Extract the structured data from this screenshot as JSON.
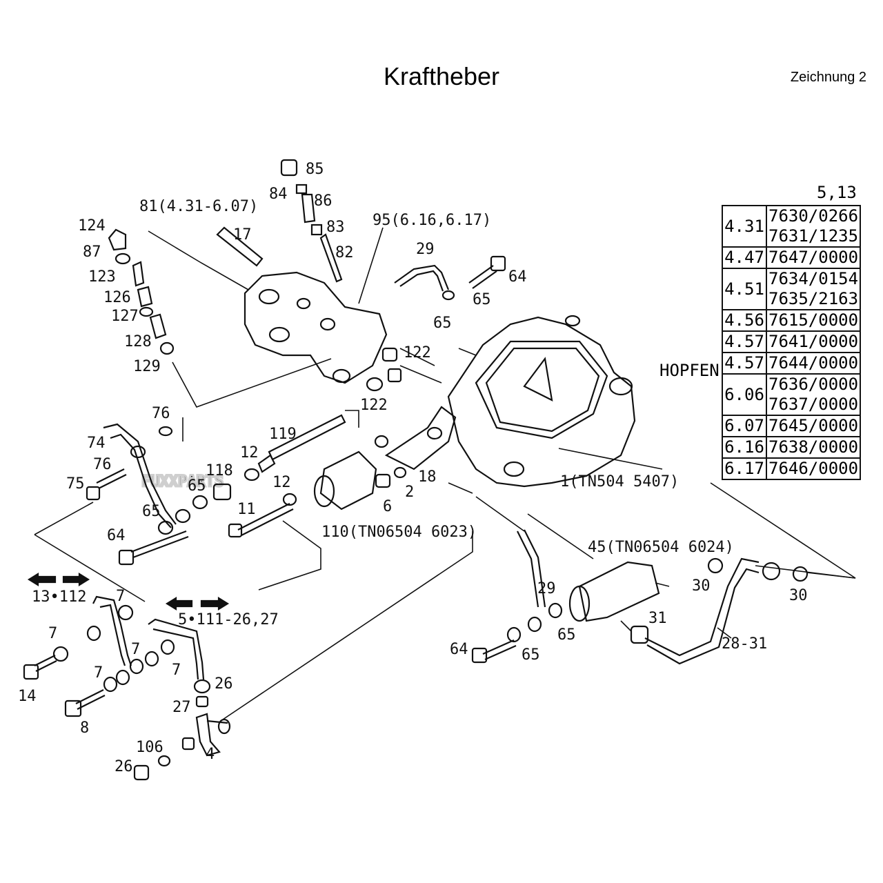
{
  "title": "Kraftheber",
  "sheet": "Zeichnung 2",
  "watermark": "FUXXPARTS",
  "table": {
    "heading": "5,13",
    "side_label": "HOPFEN",
    "rows": [
      {
        "serial": "4.31",
        "refs": "7630/0266\n7631/1235"
      },
      {
        "serial": "4.47",
        "refs": "7647/0000"
      },
      {
        "serial": "4.51",
        "refs": "7634/0154\n7635/2163"
      },
      {
        "serial": "4.56",
        "refs": "7615/0000"
      },
      {
        "serial": "4.57",
        "refs": "7641/0000"
      },
      {
        "serial": "4.57",
        "refs": "7644/0000"
      },
      {
        "serial": "6.06",
        "refs": "7636/0000\n7637/0000"
      },
      {
        "serial": "6.07",
        "refs": "7645/0000"
      },
      {
        "serial": "6.16",
        "refs": "7638/0000"
      },
      {
        "serial": "6.17",
        "refs": "7646/0000"
      }
    ]
  },
  "callouts": [
    "85",
    "84",
    "86",
    "83",
    "82",
    "81(4.31-6.07)",
    "17",
    "95(6.16,6.17)",
    "124",
    "87",
    "123",
    "126",
    "127",
    "128",
    "129",
    "29",
    "64",
    "65",
    "65",
    "122",
    "122",
    "76",
    "74",
    "76",
    "75",
    "119",
    "12",
    "118",
    "65",
    "12",
    "65",
    "11",
    "64",
    "6",
    "2",
    "18",
    "110(TN06504 6023)",
    "1(TN504 5407)",
    "45(TN06504 6024)",
    "30",
    "30",
    "29",
    "65",
    "31",
    "64",
    "65",
    "28-31",
    "13•112",
    "7",
    "7",
    "5•111-26,27",
    "7",
    "7",
    "7",
    "14",
    "8",
    "26",
    "27",
    "106",
    "4",
    "26"
  ]
}
